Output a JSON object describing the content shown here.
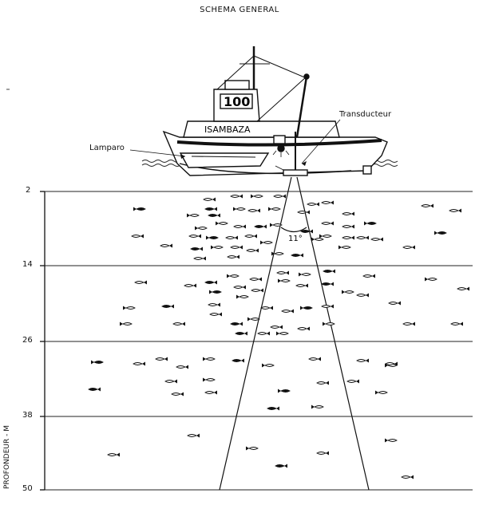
{
  "title": "SCHEMA GENERAL",
  "boat_name": "ISAMBAZA",
  "boat_number": "100",
  "labels": {
    "lamparo": "Lamparo",
    "transducer": "Transducteur",
    "angle": "11°"
  },
  "axis": {
    "title": "PROFONDEUR - M",
    "ticks": [
      "2",
      "14",
      "26",
      "38",
      "50"
    ]
  },
  "colors": {
    "ink": "#111111",
    "background": "#ffffff"
  }
}
